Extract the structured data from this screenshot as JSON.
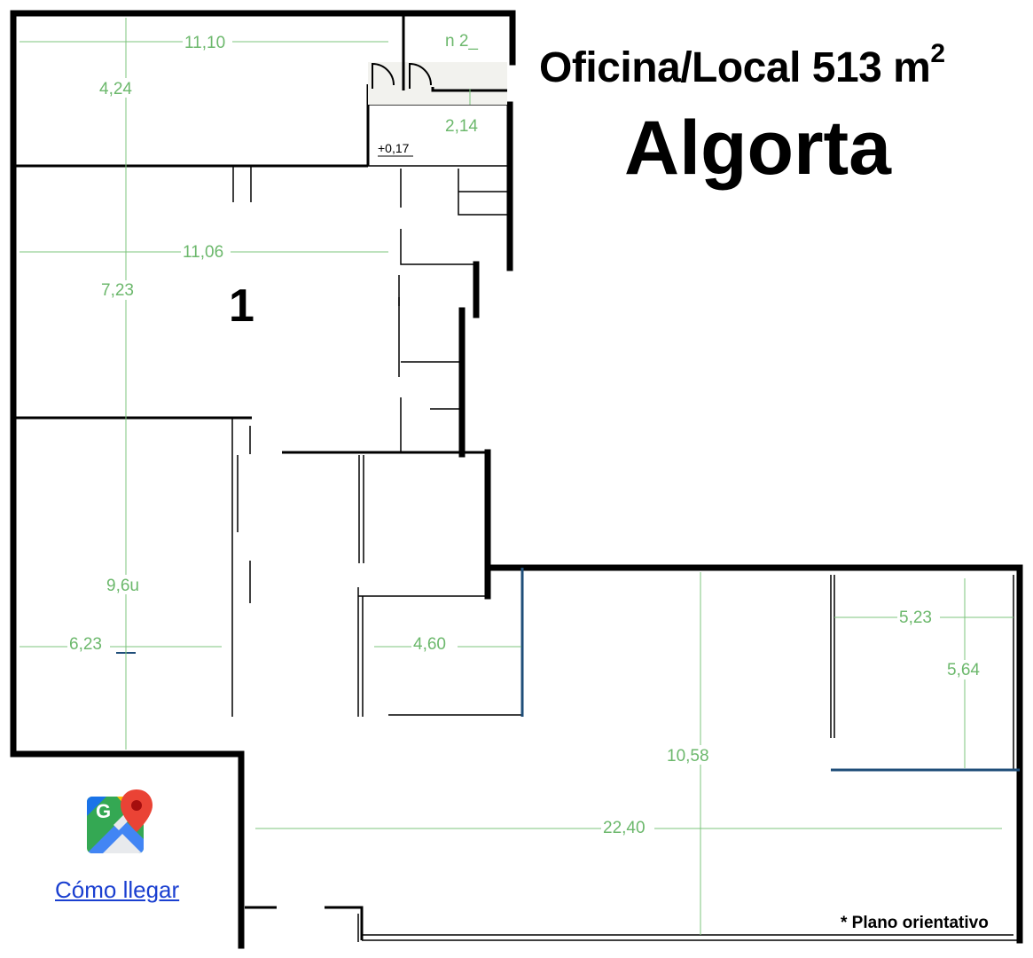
{
  "header": {
    "title": "Oficina/Local 513 m",
    "title_superscript": "2",
    "location": "Algorta"
  },
  "plan": {
    "room_number": "1",
    "level_mark": "+0,17",
    "dimensions": {
      "top_width": "11,10",
      "top_height": "4,24",
      "bath_label": "n 2_",
      "bath_height": "2,14",
      "mid_width": "11,06",
      "mid_height": "7,23",
      "left_height": "9,6u",
      "left_width": "6,23",
      "office_width": "4,60",
      "right_room_width": "5,23",
      "right_room_height": "5,64",
      "hall_height": "10,58",
      "total_width": "22,40"
    },
    "colors": {
      "dimension": "#6cb86c",
      "glass_wall": "#1f4e79",
      "wall": "#000000"
    }
  },
  "maps": {
    "icon": "google-maps-icon",
    "link_label": "Cómo llegar"
  },
  "footer": {
    "note": "* Plano orientativo"
  }
}
